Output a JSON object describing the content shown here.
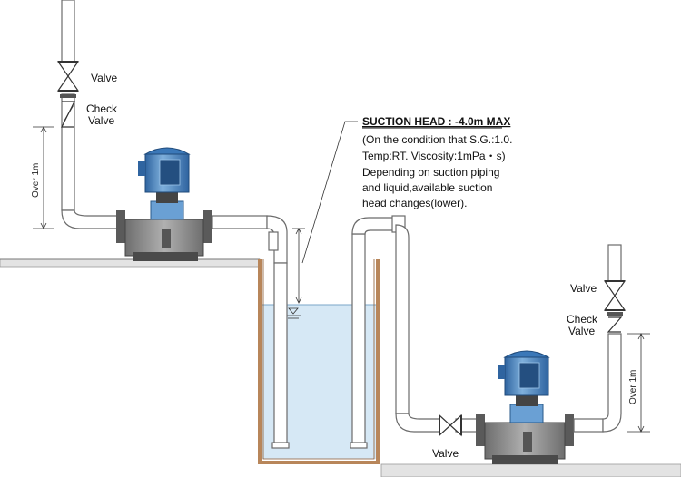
{
  "labels": {
    "valve_top": "Valve",
    "check_valve_top_1": "Check",
    "check_valve_top_2": "Valve",
    "over_left": "Over 1m",
    "valve_right": "Valve",
    "check_valve_right_1": "Check",
    "check_valve_right_2": "Valve",
    "over_right": "Over 1m",
    "valve_bottom": "Valve"
  },
  "note": {
    "title": "SUCTION HEAD : -4.0m MAX",
    "line1": "(On the condition that S.G.:1.0.",
    "line2": " Temp:RT. Viscosity:1mPa・s)",
    "line3": "Depending on suction piping",
    "line4": "and liquid,available suction",
    "line5": "head changes(lower)."
  },
  "colors": {
    "pipe_fill": "#ffffff",
    "pipe_stroke": "#6b6b6b",
    "pump_body": "#8e8e8e",
    "pump_dark": "#4a4a4a",
    "motor_blue": "#3b78b8",
    "motor_light": "#7fb0dc",
    "tank_wall": "#b8865a",
    "liquid": "#d6e8f5",
    "floor": "#e8e8e8"
  }
}
